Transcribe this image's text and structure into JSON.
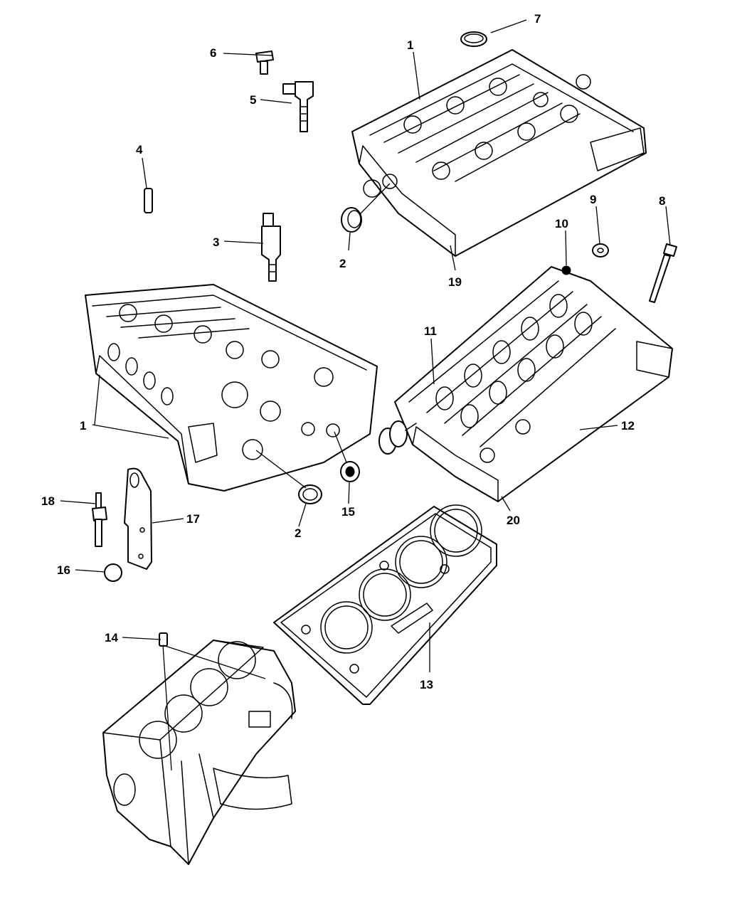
{
  "diagram": {
    "callouts": [
      {
        "id": "c1a",
        "label": "1"
      },
      {
        "id": "c1b",
        "label": "1"
      },
      {
        "id": "c2a",
        "label": "2"
      },
      {
        "id": "c2b",
        "label": "2"
      },
      {
        "id": "c3",
        "label": "3"
      },
      {
        "id": "c4",
        "label": "4"
      },
      {
        "id": "c5",
        "label": "5"
      },
      {
        "id": "c6",
        "label": "6"
      },
      {
        "id": "c7",
        "label": "7"
      },
      {
        "id": "c8",
        "label": "8"
      },
      {
        "id": "c9",
        "label": "9"
      },
      {
        "id": "c10",
        "label": "10"
      },
      {
        "id": "c11",
        "label": "11"
      },
      {
        "id": "c12",
        "label": "12"
      },
      {
        "id": "c13",
        "label": "13"
      },
      {
        "id": "c14",
        "label": "14"
      },
      {
        "id": "c15",
        "label": "15"
      },
      {
        "id": "c16",
        "label": "16"
      },
      {
        "id": "c17",
        "label": "17"
      },
      {
        "id": "c18",
        "label": "18"
      },
      {
        "id": "c19",
        "label": "19"
      },
      {
        "id": "c20",
        "label": "20"
      }
    ]
  }
}
